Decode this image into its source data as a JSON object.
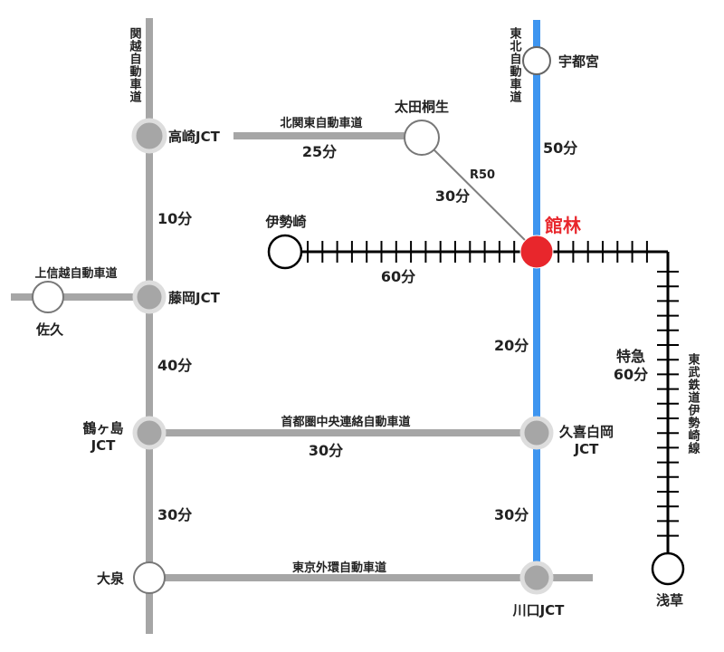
{
  "colors": {
    "expressway": "#a6a6a6",
    "tohoku_expressway": "#3e95f0",
    "tobu_railway": "#000000",
    "jct_fill": "#a6a6a6",
    "station_fill": "#ffffff",
    "highlight": "#e8262c",
    "text": "#222222",
    "link_line": "#7f7f7f"
  },
  "roads": {
    "kanetsu": "関越自動車道",
    "tohoku": "東北自動車道",
    "kitakanto": "北関東自動車道",
    "joshinetsu": "上信越自動車道",
    "kenodo": "首都圏中央連絡自動車道",
    "gaikan": "東京外環自動車道",
    "r50": "R50",
    "tobu_isesaki": "東武鉄道伊勢崎線"
  },
  "nodes": {
    "tatebayashi": "館林",
    "utsunomiya": "宇都宮",
    "takasaki_jct": "高崎JCT",
    "ota_kiryu": "太田桐生",
    "isesaki": "伊勢崎",
    "fujioka_jct": "藤岡JCT",
    "saku": "佐久",
    "tsurugashima_jct_line1": "鶴ヶ島",
    "tsurugashima_jct_line2": "JCT",
    "kuki_shiraoka_jct_line1": "久喜白岡",
    "kuki_shiraoka_jct_line2": "JCT",
    "oizumi": "大泉",
    "kawaguchi_jct": "川口JCT",
    "asakusa": "浅草"
  },
  "times": {
    "tatebayashi_utsunomiya": "50分",
    "takasaki_ota": "25分",
    "ota_tatebayashi": "30分",
    "isesaki_tatebayashi": "60分",
    "takasaki_fujioka": "10分",
    "fujioka_tsurugashima": "40分",
    "tsurugashima_kuki": "30分",
    "tatebayashi_kuki": "20分",
    "tsurugashima_oizumi": "30分",
    "kuki_kawaguchi": "30分",
    "tokkyu_label": "特急",
    "tokkyu_time": "60分"
  }
}
